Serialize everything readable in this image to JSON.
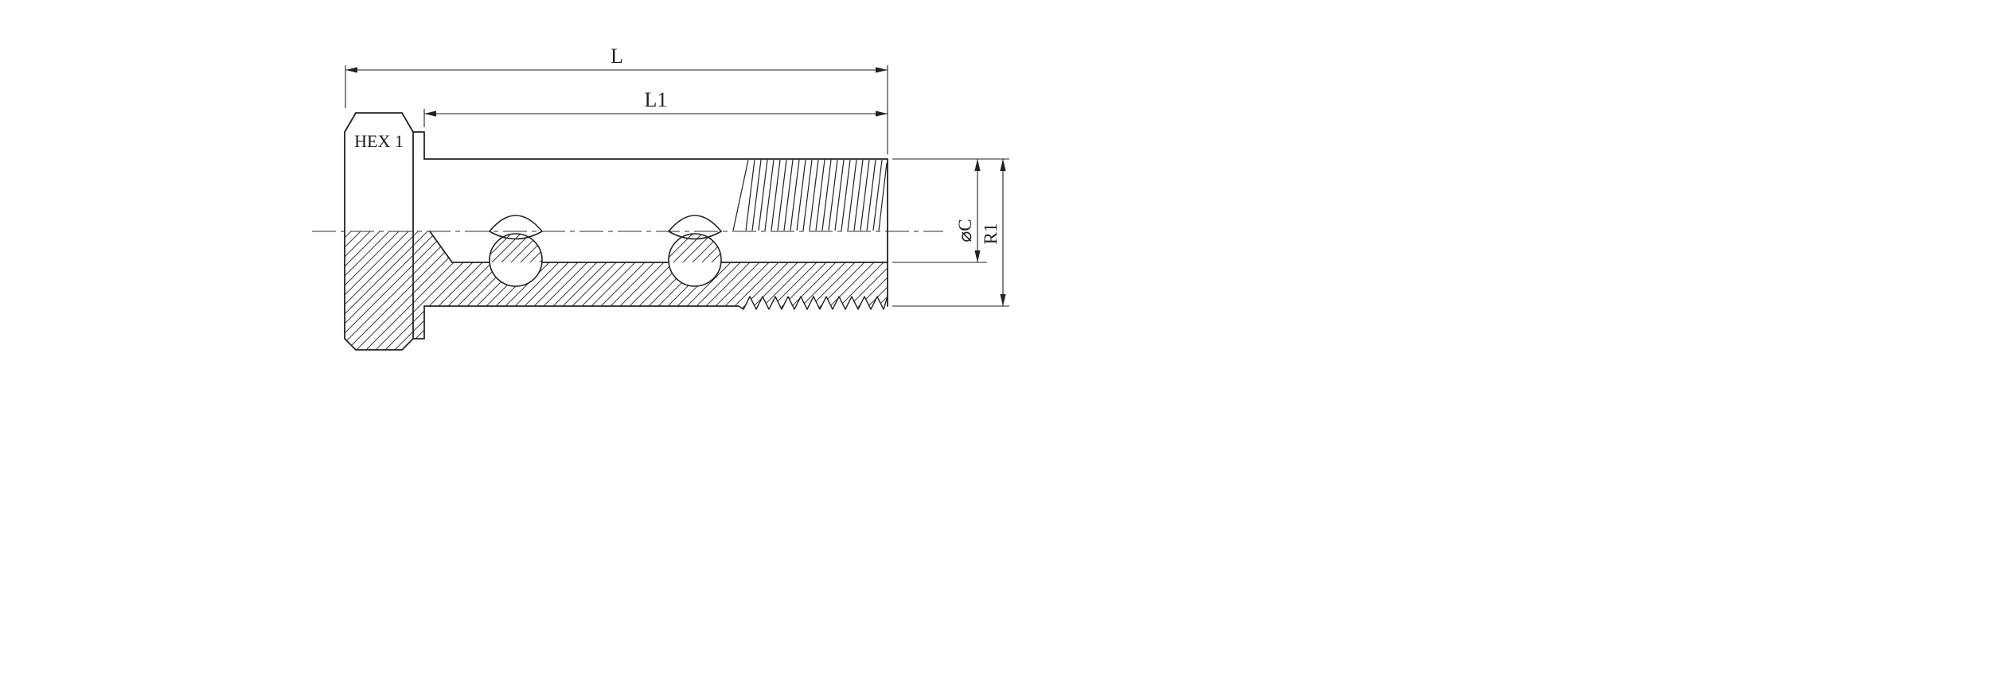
{
  "colors": {
    "background": "#ffffff",
    "line": "#222222"
  },
  "drawing": {
    "type": "technical-section-drawing",
    "labels": {
      "overall_length": "L",
      "shank_length": "L1",
      "hex": "HEX 1",
      "diameter_c": "⌀C",
      "thread_r1": "R1"
    }
  }
}
